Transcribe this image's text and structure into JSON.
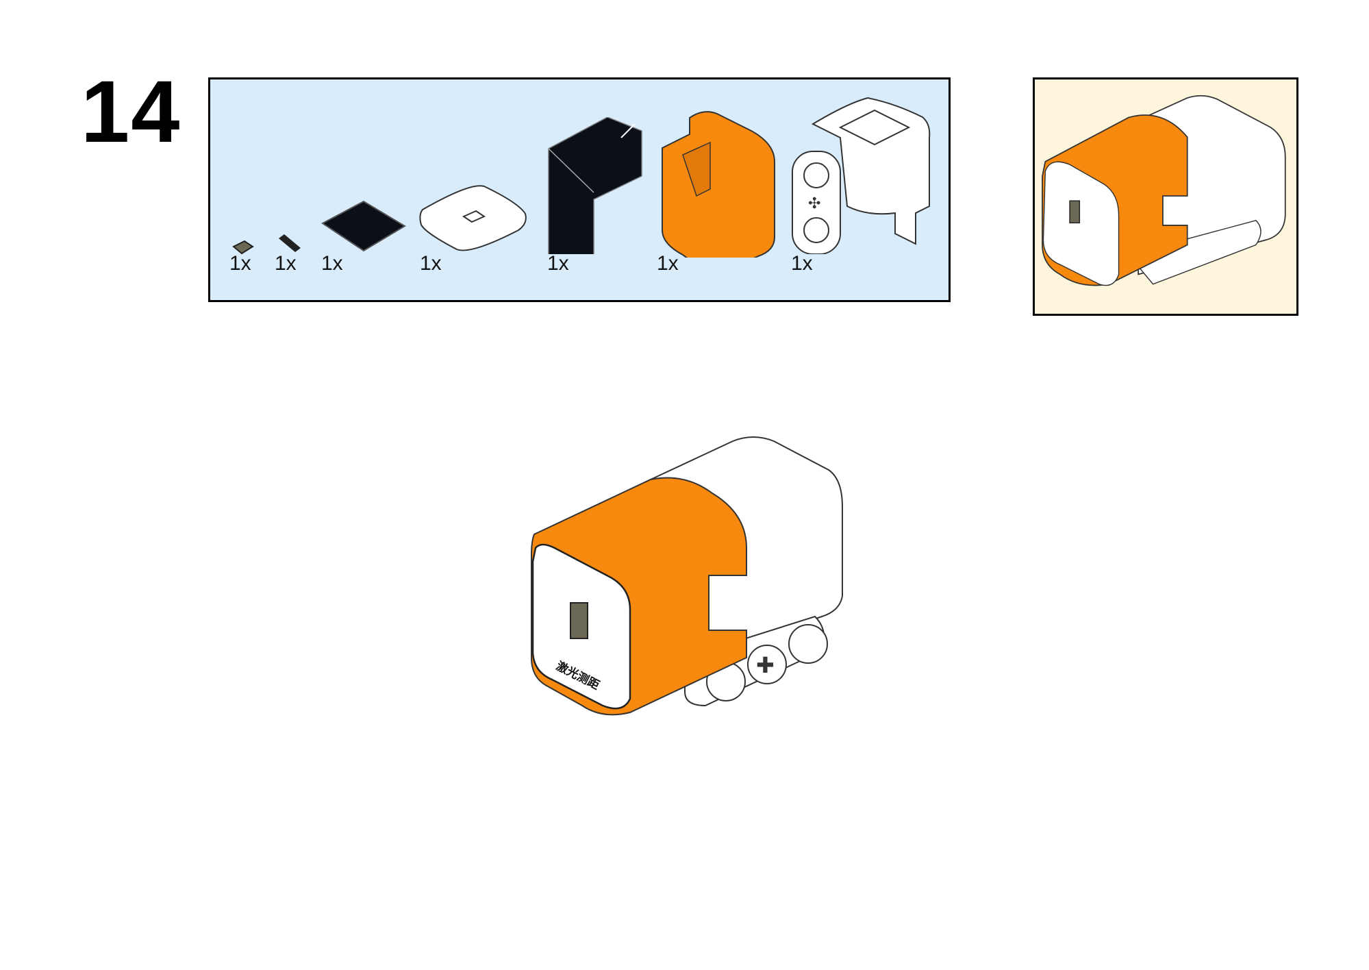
{
  "step": {
    "number": "14"
  },
  "parts_list": {
    "items": [
      {
        "name": "chip-component",
        "qty": "1x"
      },
      {
        "name": "connector-component",
        "qty": "1x"
      },
      {
        "name": "black-plate",
        "qty": "1x"
      },
      {
        "name": "white-lens-cover",
        "qty": "1x"
      },
      {
        "name": "black-bracket",
        "qty": "1x"
      },
      {
        "name": "orange-housing",
        "qty": "1x"
      },
      {
        "name": "white-sensor-body",
        "qty": "1x"
      }
    ]
  },
  "model": {
    "label": "激光测距"
  },
  "colors": {
    "orange": "#f7890f",
    "parts_bg": "#d8ecfb",
    "preview_bg": "#fdf5dc"
  }
}
